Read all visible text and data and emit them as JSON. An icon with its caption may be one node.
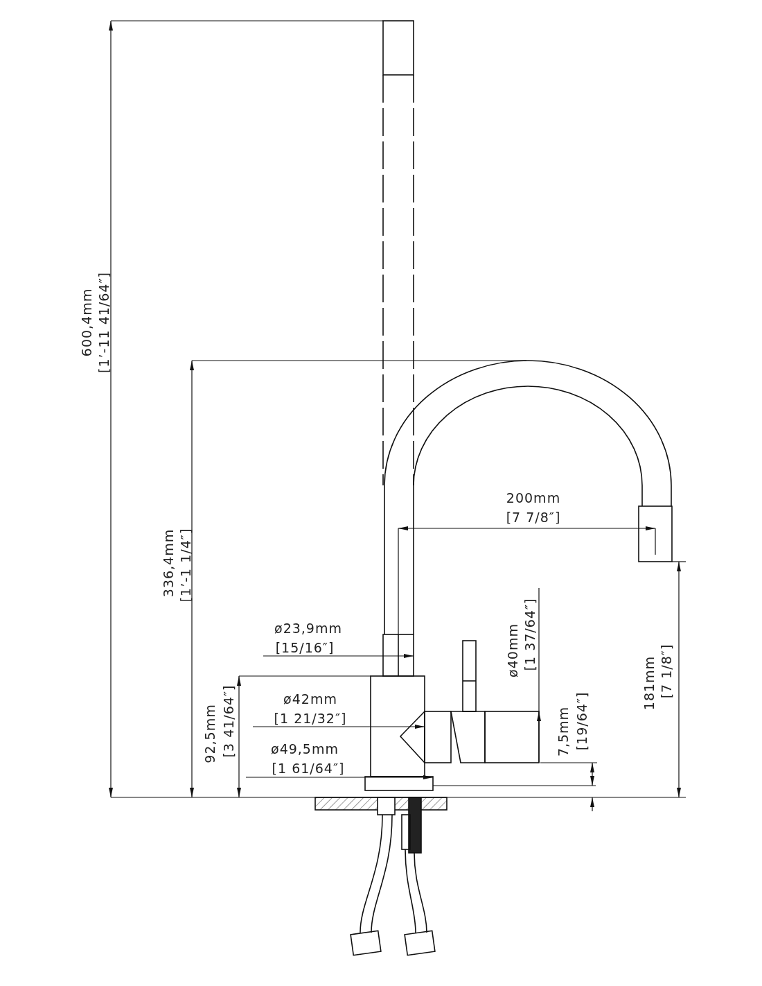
{
  "diagram": {
    "labels": [
      "600,4mm",
      "[1’-11 41/64″]",
      "200mm",
      "[7 7/8″]",
      "336,4mm",
      "[1’-1 1/4″]",
      "ø40mm",
      "[1 37/64″]",
      "ø23,9mm",
      "[15/16″]",
      "181mm",
      "[7 1/8″]",
      "92,5mm",
      "[3 41/64″]",
      "ø42mm",
      "[1 21/32″]",
      "7,5mm",
      "[19/64″]",
      "ø49,5mm",
      "[1 61/64″]"
    ]
  }
}
